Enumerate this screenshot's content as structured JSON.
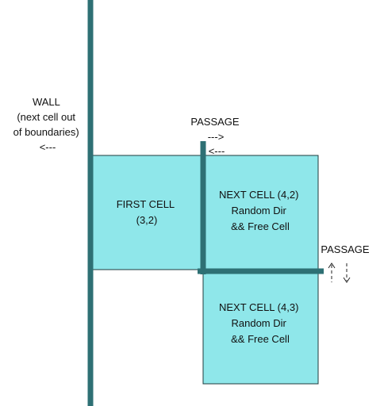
{
  "colors": {
    "cell_fill": "#8fe7ea",
    "cell_border": "#1f3b3c",
    "wall": "#2e7074"
  },
  "cells": [
    {
      "id": "first",
      "lines": [
        "FIRST CELL",
        "(3,2)"
      ]
    },
    {
      "id": "next_4_2",
      "lines": [
        "NEXT CELL (4,2)",
        "Random Dir",
        "&& Free Cell"
      ]
    },
    {
      "id": "next_4_3",
      "lines": [
        "NEXT CELL (4,3)",
        "Random Dir",
        "&& Free Cell"
      ]
    }
  ],
  "wall_label": {
    "lines": [
      "WALL",
      "(next cell out",
      "of boundaries)",
      "<---"
    ]
  },
  "passage_top": {
    "title": "PASSAGE",
    "arrow_right": "--->",
    "arrow_left": "<---"
  },
  "passage_right": {
    "title": "PASSAGE",
    "arrow_up": "^",
    "arrow_down": "v"
  }
}
